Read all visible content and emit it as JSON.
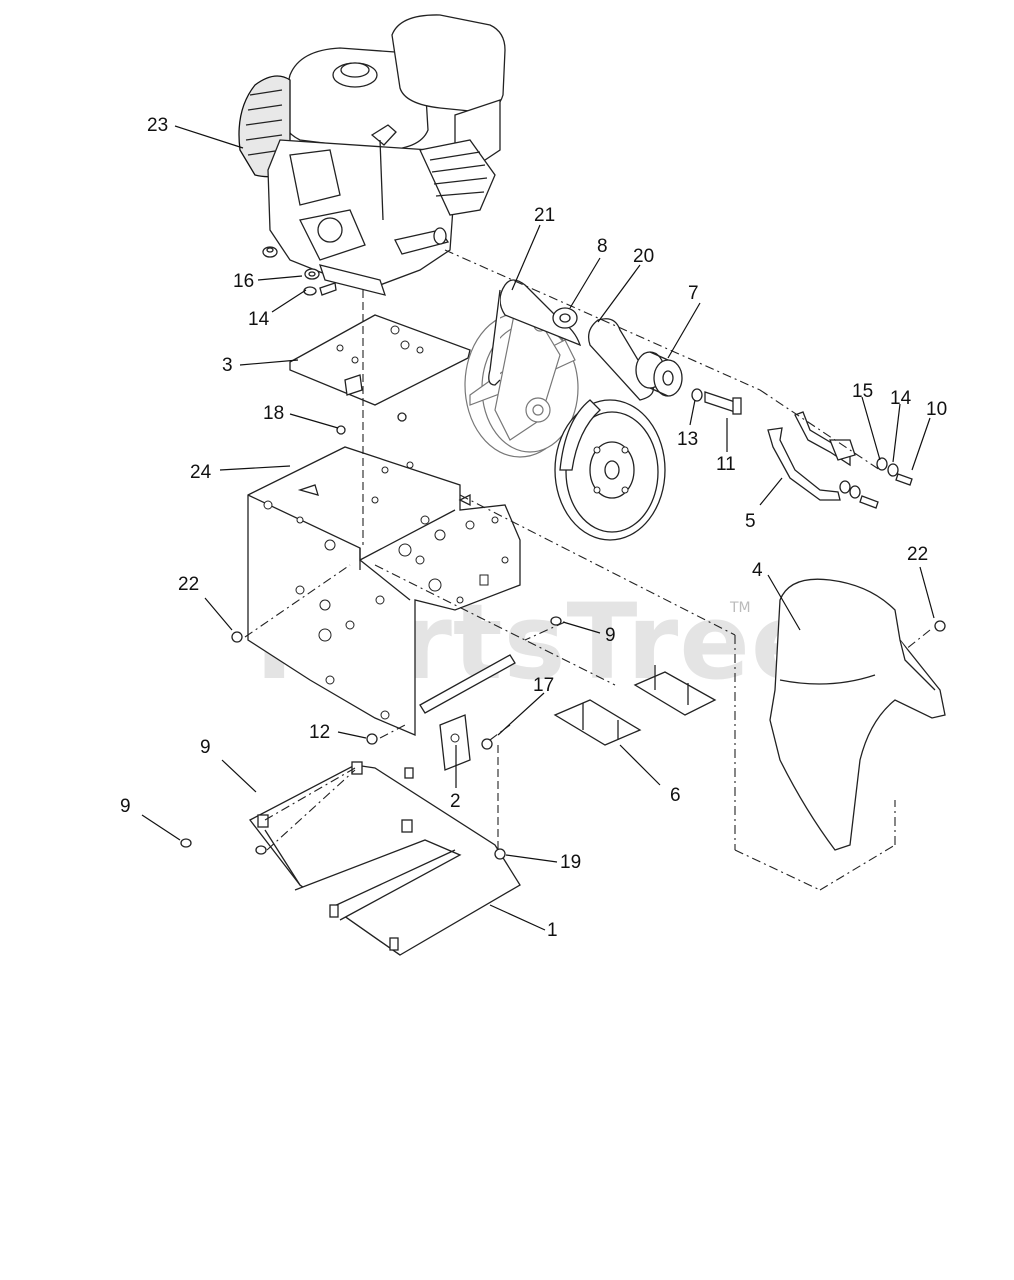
{
  "watermark": {
    "text": "PartsTree",
    "tm": "TM"
  },
  "callouts": [
    {
      "label": "23"
    },
    {
      "label": "16"
    },
    {
      "label": "14"
    },
    {
      "label": "3"
    },
    {
      "label": "18"
    },
    {
      "label": "24"
    },
    {
      "label": "21"
    },
    {
      "label": "8"
    },
    {
      "label": "20"
    },
    {
      "label": "7"
    },
    {
      "label": "13"
    },
    {
      "label": "11"
    },
    {
      "label": "15"
    },
    {
      "label": "14"
    },
    {
      "label": "10"
    },
    {
      "label": "5"
    },
    {
      "label": "22"
    },
    {
      "label": "22"
    },
    {
      "label": "4"
    },
    {
      "label": "9"
    },
    {
      "label": "17"
    },
    {
      "label": "12"
    },
    {
      "label": "9"
    },
    {
      "label": "9"
    },
    {
      "label": "2"
    },
    {
      "label": "6"
    },
    {
      "label": "19"
    },
    {
      "label": "1"
    }
  ]
}
